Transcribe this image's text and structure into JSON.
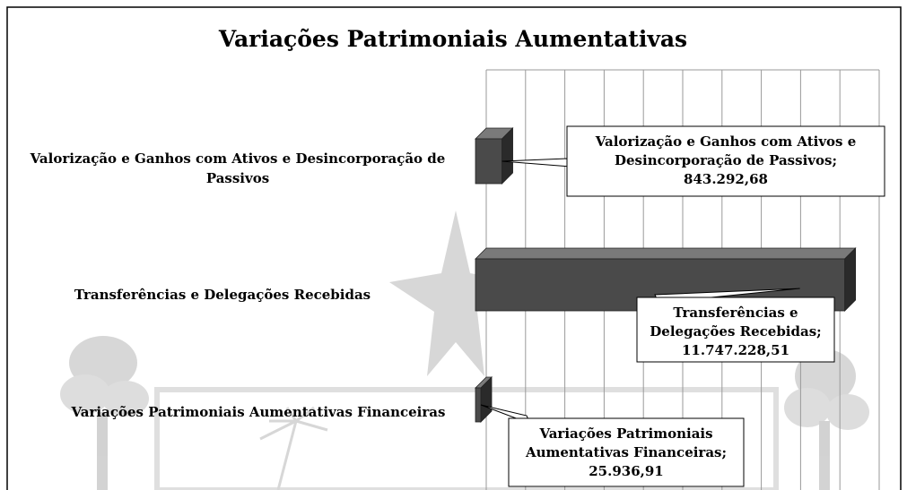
{
  "chart_data": {
    "type": "bar",
    "orientation": "horizontal",
    "title": "Variações Patrimoniais Aumentativas",
    "categories": [
      "Valorização e Ganhos com Ativos e Desincorporação de Passivos",
      "Transferências e Delegações Recebidas",
      "Variações Patrimoniais Aumentativas Financeiras"
    ],
    "category_label_lines": [
      [
        "Valorização e Ganhos com Ativos e Desincorporação de",
        "Passivos"
      ],
      [
        "Transferências e Delegações Recebidas"
      ],
      [
        "Variações Patrimoniais Aumentativas Financeiras"
      ]
    ],
    "values": [
      843292.68,
      11747228.51,
      25936.91
    ],
    "data_labels": [
      [
        "Valorização e Ganhos com Ativos e",
        "Desincorporação de Passivos;",
        "843.292,68"
      ],
      [
        "Transferências e",
        "Delegações Recebidas;",
        "11.747.228,51"
      ],
      [
        "Variações Patrimoniais",
        "Aumentativas Financeiras;",
        "25.936,91"
      ]
    ],
    "xlim": [
      0,
      12500000
    ],
    "grid": true,
    "legend": "none",
    "colors": {
      "bar_front": "#4a4a4a",
      "bar_top": "#7a7a7a",
      "bar_side": "#2a2a2a",
      "grid": "#9a9a9a",
      "frame": "#000000",
      "decor": "#bdbdbd"
    }
  }
}
